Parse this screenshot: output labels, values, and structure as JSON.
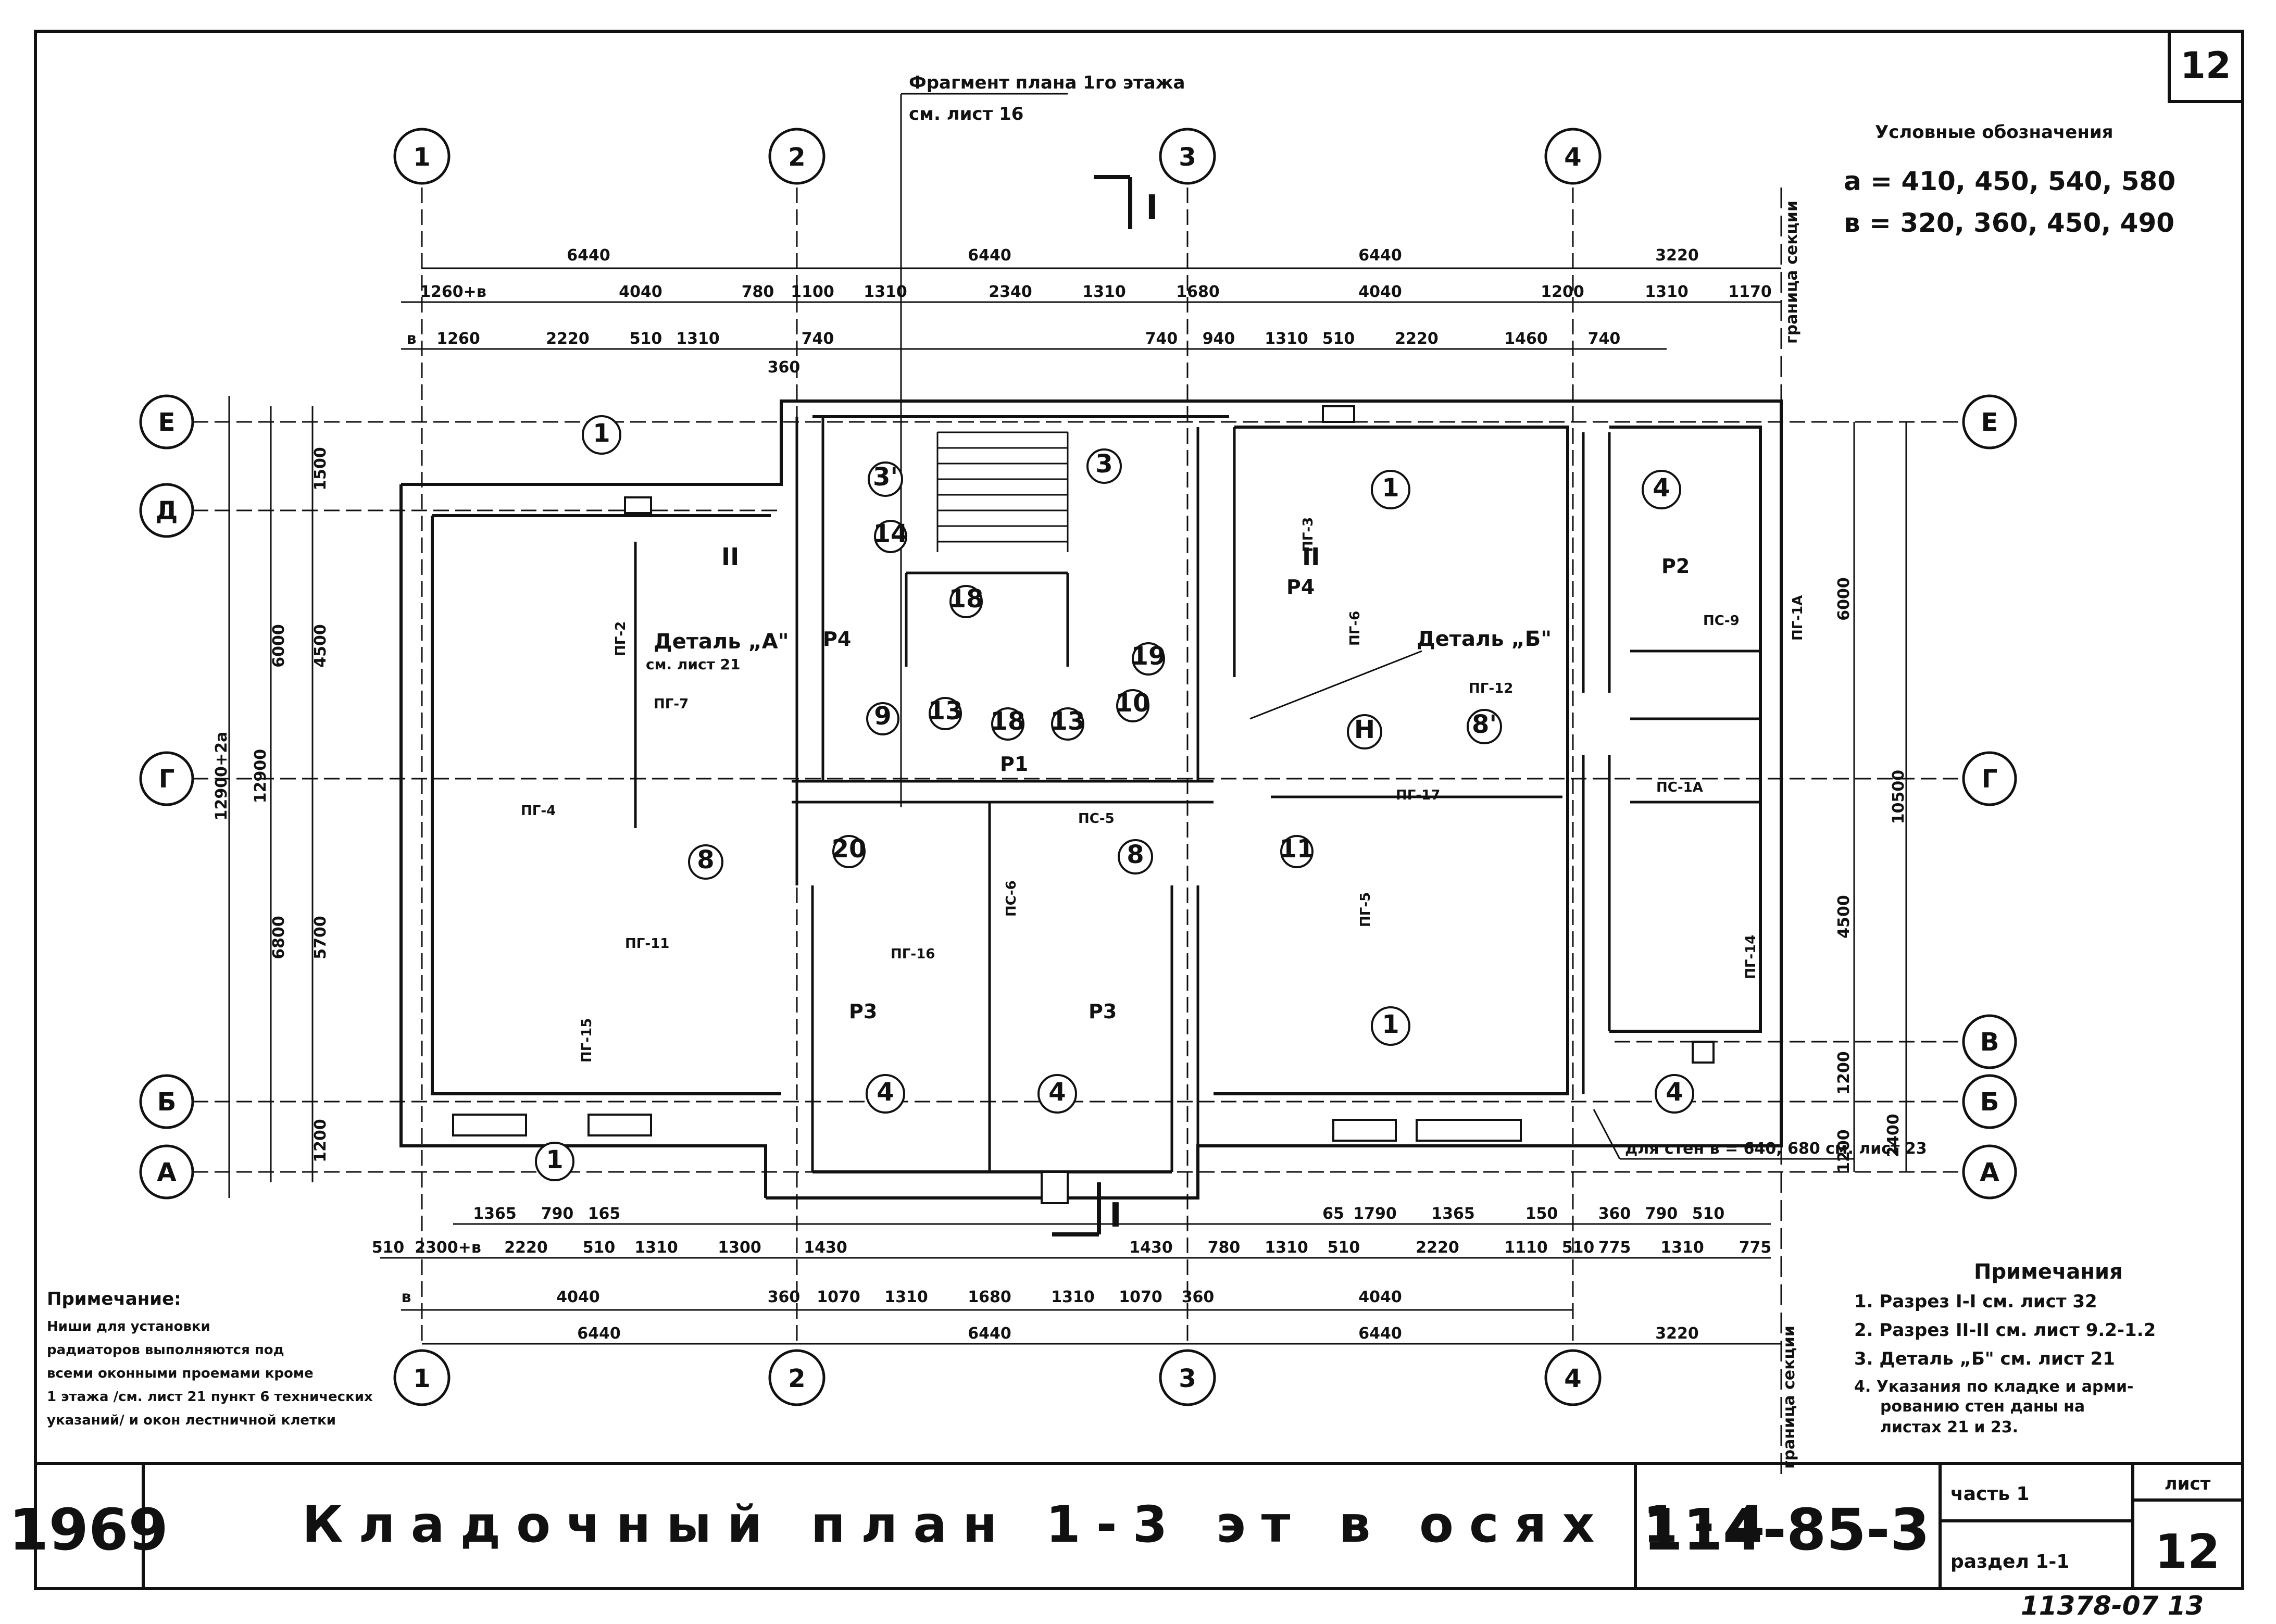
{
  "sheet": {
    "number": "12",
    "fragment_title": "Фрагмент плана 1го этажа",
    "fragment_ref": "см. лист 16",
    "stamp": "11378-07  13"
  },
  "legend": {
    "title": "Условные обозначения",
    "lines": [
      "a = 410, 450, 540, 580",
      "в = 320, 360, 450, 490"
    ]
  },
  "axes_columns": [
    "1",
    "2",
    "3",
    "4"
  ],
  "axes_rows": [
    "Е",
    "Д",
    "Г",
    "В",
    "Б",
    "А"
  ],
  "dimensions_top_1": [
    "6440",
    "6440",
    "6440",
    "3220"
  ],
  "dimensions_top_2": [
    "1260+в",
    "4040",
    "780",
    "1100",
    "1310",
    "2340",
    "1310",
    "1680",
    "4040",
    "1200",
    "1310",
    "1170"
  ],
  "dimensions_top_3": [
    "в",
    "1260",
    "2220",
    "510",
    "1310",
    "740",
    "360",
    "740",
    "940",
    "1310",
    "510",
    "2220",
    "1460",
    "740"
  ],
  "dimensions_bottom_1": [
    "1365",
    "790",
    "165",
    "65",
    "1790",
    "1365",
    "150",
    "360",
    "790",
    "510"
  ],
  "dimensions_bottom_2": [
    "510",
    "2300+в",
    "2220",
    "510",
    "1310",
    "1300",
    "1430",
    "1430",
    "780",
    "1310",
    "510",
    "2220",
    "1110",
    "510",
    "775",
    "1310",
    "775"
  ],
  "dimensions_bottom_3": [
    "в",
    "4040",
    "360",
    "1070",
    "1310",
    "1680",
    "1310",
    "1070",
    "360",
    "4040"
  ],
  "dimensions_bottom_4": [
    "6440",
    "6440",
    "6440",
    "3220"
  ],
  "dimensions_left": [
    "1500",
    "6000",
    "4500",
    "6800",
    "5700",
    "1200",
    "12900",
    "12900+2a"
  ],
  "dimensions_right": [
    "6000",
    "4500",
    "10500",
    "1200",
    "2400",
    "1200"
  ],
  "section_marks": [
    "I",
    "I",
    "II",
    "II"
  ],
  "detail_labels": [
    "Деталь „А\"",
    "см. лист 21",
    "Деталь „Б\""
  ],
  "rooms": [
    "1",
    "1",
    "1",
    "1",
    "4",
    "4",
    "4",
    "4",
    "3",
    "3'",
    "8",
    "8",
    "8'",
    "9",
    "10",
    "11",
    "13",
    "13",
    "14",
    "18",
    "18",
    "19",
    "20",
    "Н"
  ],
  "element_tags": [
    "ПГ-2",
    "ПГ-7",
    "ПГ-4",
    "ПГ-11",
    "ПГ-15",
    "ПГ-16",
    "ПГ-17",
    "ПГ-12",
    "ПГ-14",
    "ПС-1А",
    "ПС-5",
    "ПС-6",
    "ПС-9",
    "ПГ-3",
    "ПГ-6",
    "ПГ-5",
    "ПГ-1А",
    "Р2",
    "Р3",
    "Р3",
    "Р4",
    "Р4",
    "Р1"
  ],
  "wall_note": "для стен в = 640, 680  см. лист 23",
  "boundary_label": "граница секции",
  "note_left": {
    "title": "Примечание:",
    "lines": [
      "Ниши для установки",
      "радиаторов выполняются под",
      "всеми оконными проемами кроме",
      "1 этажа /см. лист 21 пункт 6 технических",
      "указаний/ и окон лестничной клетки"
    ]
  },
  "note_right": {
    "title": "Примечания",
    "lines": [
      "1. Разрез I-I см. лист 32",
      "2. Разрез II-II см. лист 9.2-1.2",
      "3. Деталь „Б\" см. лист 21",
      "4. Указания по кладке и арми-",
      "рованию стен даны на",
      "листах 21 и 23."
    ]
  },
  "title_block": {
    "year": "1969",
    "title": "Кладочный план  1-3 эт  в осях  1-4",
    "project": "114-85-3",
    "part_label": "часть  1",
    "section_label": "раздел  1-1",
    "sheet_label": "лист",
    "sheet_number": "12"
  }
}
